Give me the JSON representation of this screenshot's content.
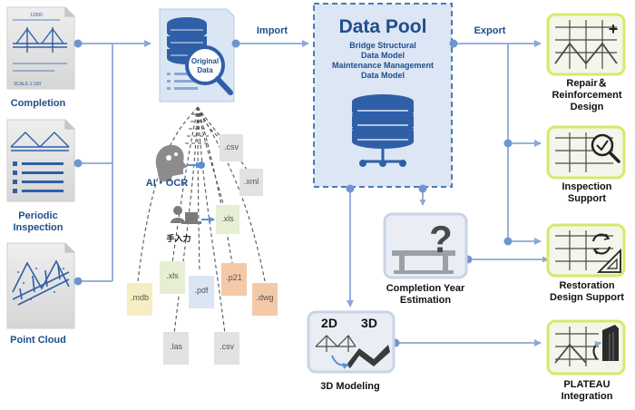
{
  "colors": {
    "primary": "#1f4e8c",
    "line": "#8aa8d6",
    "dot": "#6f95cf",
    "pool_bg": "#dce6f4",
    "pool_border": "#4f78b8",
    "doc_gray": "#e3e3e3",
    "green_border": "#d8e86a",
    "green_bg": "#f3f6ea",
    "peach": "#f4c9a8",
    "yellow": "#f6edc2",
    "blue_pale": "#dbe6f4",
    "green_pale": "#e6efd4"
  },
  "labels": {
    "import": "Import",
    "export": "Export",
    "completion": "Completion",
    "periodic_line1": "Periodic",
    "periodic_line2": "Inspection",
    "point_cloud": "Point Cloud",
    "ai_ocr": "AI・OCR",
    "manual_input": "手入力",
    "original_line1": "Original",
    "original_line2": "Data",
    "completion_year_line1": "Completion Year",
    "completion_year_line2": "Estimation",
    "modeling": "3D Modeling",
    "label_2d": "2D",
    "label_3d": "3D",
    "repair_line1": "Repair＆",
    "repair_line2": "Reinforcement",
    "repair_line3": "Design",
    "inspection_line1": "Inspection",
    "inspection_line2": "Support",
    "restoration_line1": "Restoration",
    "restoration_line2": "Design Support",
    "plateau_line1": "PLATEAU",
    "plateau_line2": "Integration",
    "scale": "SCALE 1:100",
    "dim_top": "12000"
  },
  "data_pool": {
    "title": "Data Pool",
    "line1": "Bridge Structural",
    "line2": "Data Model",
    "line3": "Maintenance Management",
    "line4": "Data Model"
  },
  "file_types": {
    "csv_top": ".csv",
    "xml": ".xml",
    "xls_mid": ".xls",
    "xls_low": ".xls",
    "mdb": ".mdb",
    "pdf": ".pdf",
    "p21": ".p21",
    "dwg": ".dwg",
    "las": ".las",
    "csv_bottom": ".csv"
  },
  "icons": {
    "database": "database-icon",
    "magnifier": "magnifier-icon",
    "ai_head": "ai-head-icon",
    "person_pc": "person-computer-icon",
    "question": "question-mark-icon",
    "bridge": "bridge-icon",
    "plus": "plus-icon",
    "refresh": "refresh-icon",
    "triangle_ruler": "triangle-ruler-icon",
    "building": "building-icon"
  }
}
